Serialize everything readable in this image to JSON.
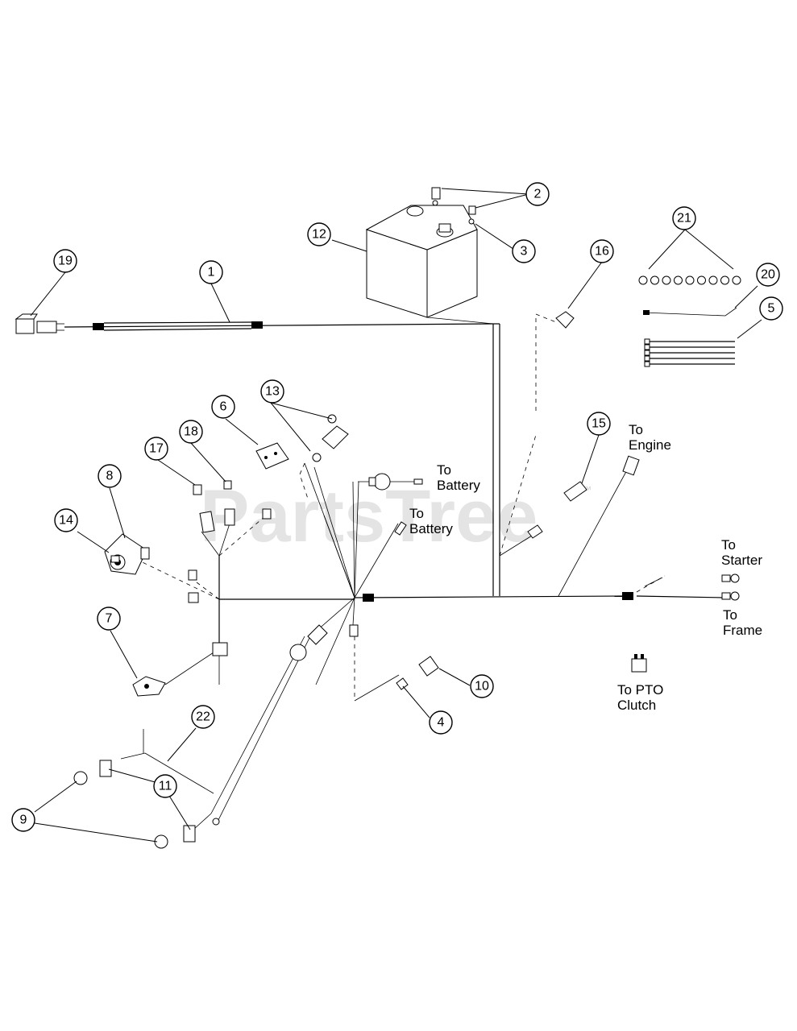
{
  "watermark": {
    "text": "PartsTree",
    "trademark": "™"
  },
  "labels": {
    "to_battery_1": [
      "To",
      "Battery"
    ],
    "to_battery_2": [
      "To",
      "Battery"
    ],
    "to_engine": [
      "To",
      "Engine"
    ],
    "to_starter": [
      "To",
      "Starter"
    ],
    "to_frame": [
      "To",
      "Frame"
    ],
    "to_pto": [
      "To PTO",
      "Clutch"
    ]
  },
  "callouts": [
    {
      "id": "c1",
      "text": "1"
    },
    {
      "id": "c2",
      "text": "2"
    },
    {
      "id": "c3",
      "text": "3"
    },
    {
      "id": "c4",
      "text": "4"
    },
    {
      "id": "c5",
      "text": "5"
    },
    {
      "id": "c6",
      "text": "6"
    },
    {
      "id": "c7",
      "text": "7"
    },
    {
      "id": "c8",
      "text": "8"
    },
    {
      "id": "c9",
      "text": "9"
    },
    {
      "id": "c10",
      "text": "10"
    },
    {
      "id": "c11",
      "text": "11"
    },
    {
      "id": "c12",
      "text": "12"
    },
    {
      "id": "c13",
      "text": "13"
    },
    {
      "id": "c14",
      "text": "14"
    },
    {
      "id": "c15",
      "text": "15"
    },
    {
      "id": "c16",
      "text": "16"
    },
    {
      "id": "c17",
      "text": "17"
    },
    {
      "id": "c18",
      "text": "18"
    },
    {
      "id": "c19",
      "text": "19"
    },
    {
      "id": "c20",
      "text": "20"
    },
    {
      "id": "c21",
      "text": "21"
    },
    {
      "id": "c22",
      "text": "22"
    }
  ]
}
